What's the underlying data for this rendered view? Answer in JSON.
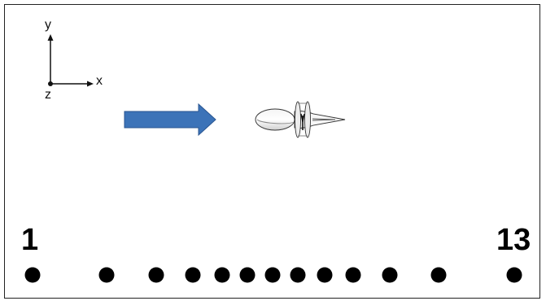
{
  "axes": {
    "x_label": "x",
    "y_label": "y",
    "z_label": "z"
  },
  "microphones": {
    "first_label": "1",
    "last_label": "13",
    "count": 13
  },
  "colors": {
    "flow_arrow": "#3c73b8",
    "flow_arrow_edge": "#2a5691",
    "dot": "#000000",
    "frame": "#222222"
  },
  "icons": {
    "flow": "flow-direction-arrow-icon",
    "propeller": "propeller-aircraft-icon"
  }
}
